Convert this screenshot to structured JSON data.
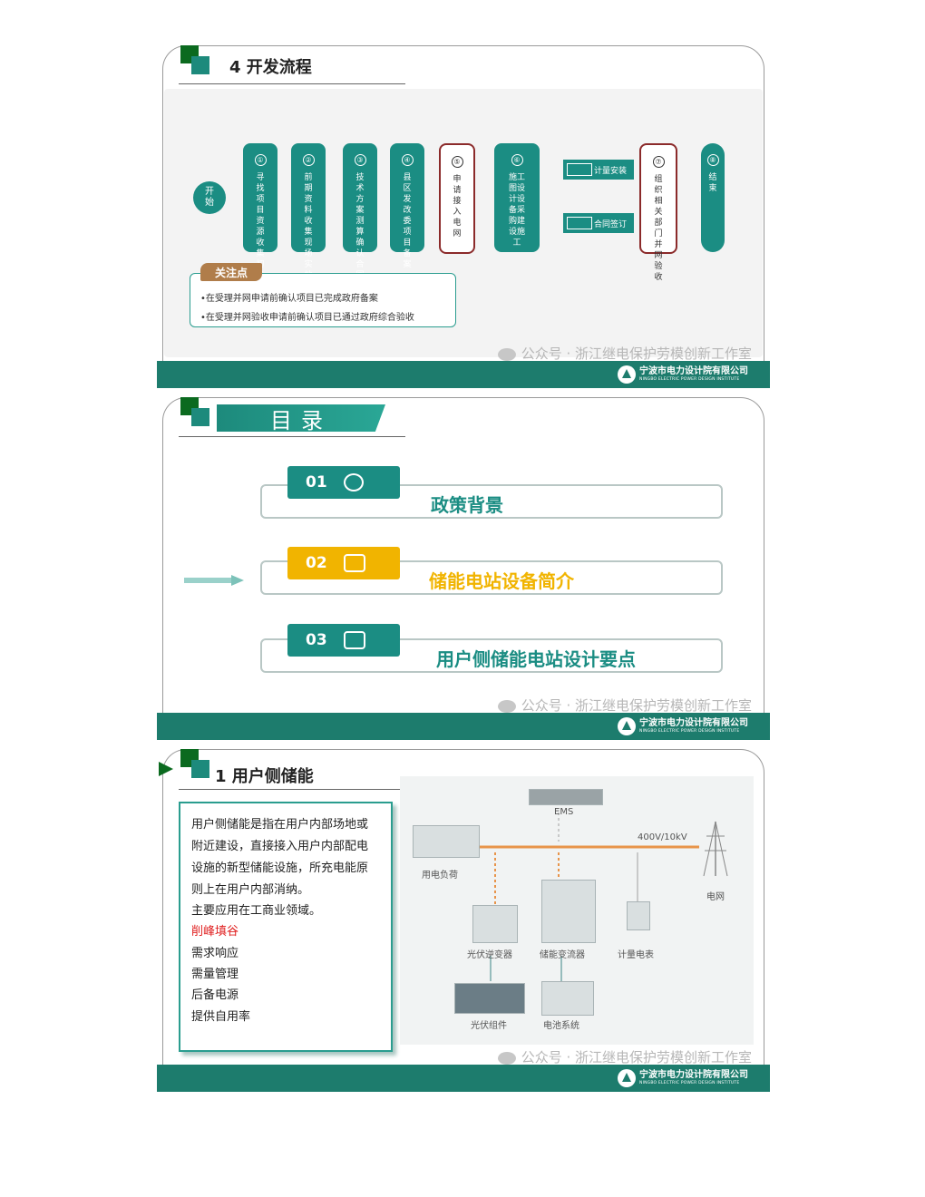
{
  "slide1": {
    "title": "4 开发流程",
    "start": "开始",
    "steps": [
      {
        "num": "①",
        "text": "寻找项目资源收集初步沟通"
      },
      {
        "num": "②",
        "text": "前期资料收集现场实地踏勘"
      },
      {
        "num": "③",
        "text": "技术方案测算确认合同模式"
      },
      {
        "num": "④",
        "text": "县区发改委项目备案"
      },
      {
        "num": "⑤",
        "text": "申请接入电网"
      },
      {
        "num": "⑥",
        "text": "施工图设计设备采购建设施工"
      }
    ],
    "mini1": "计量安装",
    "mini2": "合同签订",
    "step7": {
      "num": "⑦",
      "text": "组织相关部门并网验收"
    },
    "end": {
      "num": "⑧",
      "text": "结束"
    },
    "note_tag": "关注点",
    "notes": [
      "在受理并网申请前确认项目已完成政府备案",
      "在受理并网验收申请前确认项目已通过政府综合验收"
    ]
  },
  "slide2": {
    "title": "目录",
    "items": [
      {
        "num": "01",
        "text": "政策背景"
      },
      {
        "num": "02",
        "text": "储能电站设备简介"
      },
      {
        "num": "03",
        "text": "用户侧储能电站设计要点"
      }
    ]
  },
  "slide3": {
    "title": "1 用户侧储能",
    "lines": [
      "用户侧储能是指在用户内部场地或",
      "附近建设，直接接入用户内部配电",
      "设施的新型储能设施，所充电能原",
      "则上在用户内部消纳。",
      "主要应用在工商业领域。"
    ],
    "red_line": "削峰填谷",
    "apps": [
      "需求响应",
      "需量管理",
      "后备电源",
      "提供自用率"
    ],
    "diagram": {
      "ems": "EMS",
      "load": "用电负荷",
      "voltage": "400V/10kV",
      "grid": "电网",
      "pv_inverter": "光伏逆变器",
      "pcs": "储能变流器",
      "meter": "计量电表",
      "pv_module": "光伏组件",
      "battery": "电池系统"
    }
  },
  "footer": {
    "watermark": "公众号 · 浙江继电保护劳模创新工作室",
    "logo_cn": "宁波市电力设计院有限公司",
    "logo_en": "NINGBO ELECTRIC POWER DESIGN INSTITUTE"
  },
  "colors": {
    "teal": "#1b8d83",
    "dark_green": "#0b6a1f",
    "yellow": "#f1b400",
    "brown": "#b07d4a",
    "red": "#e02020"
  }
}
